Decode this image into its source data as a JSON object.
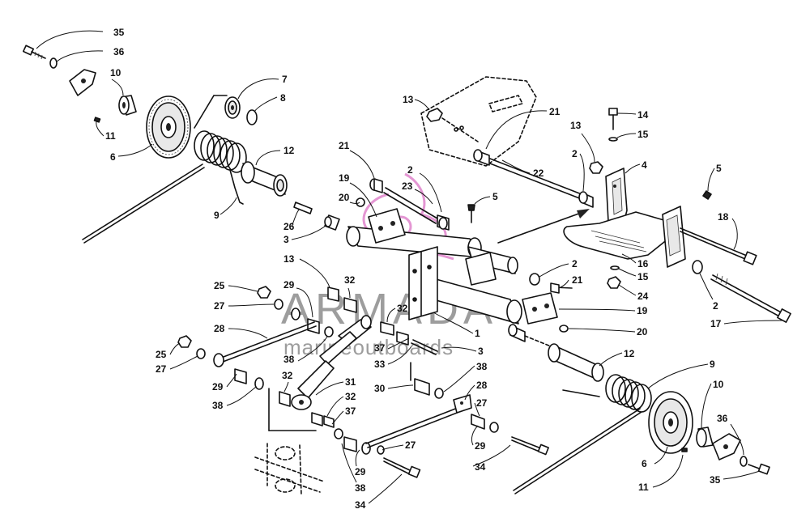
{
  "watermark": {
    "brand": "ARMADA",
    "tagline": "marineoutboards",
    "logo_color": "#d96ac0",
    "text_color": "#8c8c8c"
  },
  "callouts": [
    {
      "id": "c35a",
      "label": "35"
    },
    {
      "id": "c36a",
      "label": "36"
    },
    {
      "id": "c10a",
      "label": "10"
    },
    {
      "id": "c11a",
      "label": "11"
    },
    {
      "id": "c6a",
      "label": "6"
    },
    {
      "id": "c7",
      "label": "7"
    },
    {
      "id": "c8",
      "label": "8"
    },
    {
      "id": "c12a",
      "label": "12"
    },
    {
      "id": "c9a",
      "label": "9"
    },
    {
      "id": "c26",
      "label": "26"
    },
    {
      "id": "c3a",
      "label": "3"
    },
    {
      "id": "c21a",
      "label": "21"
    },
    {
      "id": "c19a",
      "label": "19"
    },
    {
      "id": "c20a",
      "label": "20"
    },
    {
      "id": "c2a",
      "label": "2"
    },
    {
      "id": "c23",
      "label": "23"
    },
    {
      "id": "c5a",
      "label": "5"
    },
    {
      "id": "c13a",
      "label": "13"
    },
    {
      "id": "c21b",
      "label": "21"
    },
    {
      "id": "c2b",
      "label": "2"
    },
    {
      "id": "c22",
      "label": "22"
    },
    {
      "id": "c14",
      "label": "14"
    },
    {
      "id": "c13b",
      "label": "13"
    },
    {
      "id": "c15a",
      "label": "15"
    },
    {
      "id": "c4",
      "label": "4"
    },
    {
      "id": "c5b",
      "label": "5"
    },
    {
      "id": "c18",
      "label": "18"
    },
    {
      "id": "c16",
      "label": "16"
    },
    {
      "id": "c15b",
      "label": "15"
    },
    {
      "id": "c24",
      "label": "24"
    },
    {
      "id": "c2c",
      "label": "2"
    },
    {
      "id": "c17",
      "label": "17"
    },
    {
      "id": "c2d",
      "label": "2"
    },
    {
      "id": "c21c",
      "label": "21"
    },
    {
      "id": "c19b",
      "label": "19"
    },
    {
      "id": "c20b",
      "label": "20"
    },
    {
      "id": "c13c",
      "label": "13"
    },
    {
      "id": "c32a",
      "label": "32"
    },
    {
      "id": "c29a",
      "label": "29"
    },
    {
      "id": "c25a",
      "label": "25"
    },
    {
      "id": "c27a",
      "label": "27"
    },
    {
      "id": "c32b",
      "label": "32"
    },
    {
      "id": "c1",
      "label": "1"
    },
    {
      "id": "c28a",
      "label": "28"
    },
    {
      "id": "c37a",
      "label": "37"
    },
    {
      "id": "c3b",
      "label": "3"
    },
    {
      "id": "c38a",
      "label": "38"
    },
    {
      "id": "c33",
      "label": "33"
    },
    {
      "id": "c25b",
      "label": "25"
    },
    {
      "id": "c27b",
      "label": "27"
    },
    {
      "id": "c12b",
      "label": "12"
    },
    {
      "id": "c9b",
      "label": "9"
    },
    {
      "id": "c38b",
      "label": "38"
    },
    {
      "id": "c30",
      "label": "30"
    },
    {
      "id": "c29b",
      "label": "29"
    },
    {
      "id": "c32c",
      "label": "32"
    },
    {
      "id": "c38c",
      "label": "38"
    },
    {
      "id": "c31",
      "label": "31"
    },
    {
      "id": "c28b",
      "label": "28"
    },
    {
      "id": "c32d",
      "label": "32"
    },
    {
      "id": "c27c",
      "label": "27"
    },
    {
      "id": "c10b",
      "label": "10"
    },
    {
      "id": "c37b",
      "label": "37"
    },
    {
      "id": "c29c",
      "label": "29"
    },
    {
      "id": "c36b",
      "label": "36"
    },
    {
      "id": "c27d",
      "label": "27"
    },
    {
      "id": "c6b",
      "label": "6"
    },
    {
      "id": "c34a",
      "label": "34"
    },
    {
      "id": "c29d",
      "label": "29"
    },
    {
      "id": "c11b",
      "label": "11"
    },
    {
      "id": "c35b",
      "label": "35"
    },
    {
      "id": "c38d",
      "label": "38"
    },
    {
      "id": "c34b",
      "label": "34"
    }
  ]
}
